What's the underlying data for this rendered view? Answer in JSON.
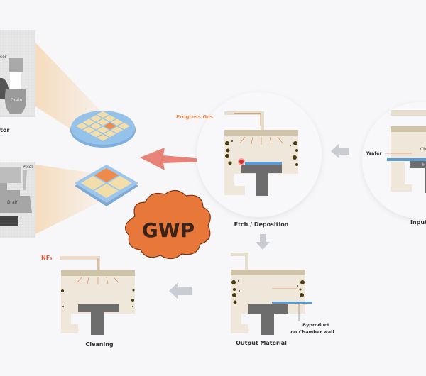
{
  "colors": {
    "background": "#f7f7f9",
    "accent_orange": "#f08a4b",
    "arrow_red": "#e8837a",
    "cloud": "#e8773a",
    "chamber_lid": "#cfc4a8",
    "chamber_body": "#efe8da",
    "pedestal": "#6d6d6d",
    "wafer": "#5a9bd5",
    "nav_arrow": "#c9ccd3"
  },
  "left_panels": {
    "top": {
      "corner_label": "sor",
      "drain_label": "Drain",
      "caption": "tor"
    },
    "bottom": {
      "corner_label": "Pixel",
      "drain_label": "Drain"
    }
  },
  "cloud_label": "GWP",
  "steps": {
    "input": {
      "title": "Input",
      "wafer_label": "Wafer",
      "chamber_label": "Ch",
      "heater_label": "H"
    },
    "etch": {
      "title": "Etch / Deposition",
      "gas_label": "Progress Gas"
    },
    "output": {
      "title": "Output Material",
      "byproduct_line1": "Byproduct",
      "byproduct_line2": "on Chamber wall"
    },
    "cleaning": {
      "title": "Cleaning",
      "gas_label": "NF₃"
    }
  }
}
